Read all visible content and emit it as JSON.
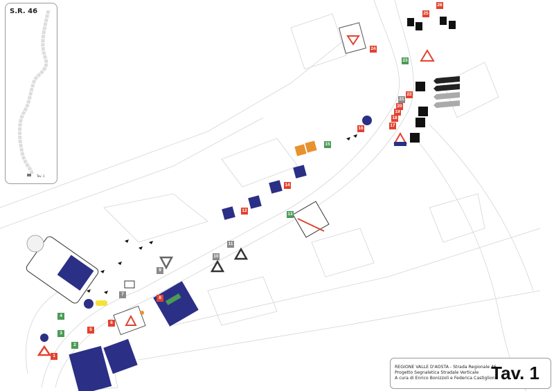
{
  "inset": {
    "title": "S.R. 46",
    "current_sheet_label": "Tav. 1"
  },
  "title_block": {
    "lines": [
      "REGIONE VALLE D'AOSTA - Strada Regionale 46",
      "Progetto Segnaletica Stradale Verticale",
      "A cura di Enrico Bonizzoli e Federica Castiglioni"
    ],
    "sheet": "Tav. 1"
  },
  "colors": {
    "red": "#e2422f",
    "green": "#4a9a55",
    "gray": "#8a8a8a",
    "sign_blue": "#2b2f86",
    "warning_orange": "#e8922e"
  },
  "markers": [
    {
      "label": "1",
      "color": "red"
    },
    {
      "label": "2",
      "color": "green"
    },
    {
      "label": "3",
      "color": "green"
    },
    {
      "label": "4",
      "color": "green"
    },
    {
      "label": "5",
      "color": "red"
    },
    {
      "label": "6",
      "color": "red"
    },
    {
      "label": "7",
      "color": "gray"
    },
    {
      "label": "8",
      "color": "red"
    },
    {
      "label": "9",
      "color": "gray"
    },
    {
      "label": "10",
      "color": "gray"
    },
    {
      "label": "11",
      "color": "gray"
    },
    {
      "label": "12",
      "color": "red"
    },
    {
      "label": "13",
      "color": "green"
    },
    {
      "label": "14",
      "color": "red"
    },
    {
      "label": "15",
      "color": "green"
    },
    {
      "label": "16",
      "color": "red"
    },
    {
      "label": "17",
      "color": "red"
    },
    {
      "label": "18",
      "color": "red"
    },
    {
      "label": "19",
      "color": "red"
    },
    {
      "label": "20",
      "color": "red"
    },
    {
      "label": "21",
      "color": "gray"
    },
    {
      "label": "22",
      "color": "red"
    },
    {
      "label": "23",
      "color": "green"
    },
    {
      "label": "24",
      "color": "red"
    },
    {
      "label": "25",
      "color": "red"
    },
    {
      "label": "26",
      "color": "red"
    }
  ]
}
